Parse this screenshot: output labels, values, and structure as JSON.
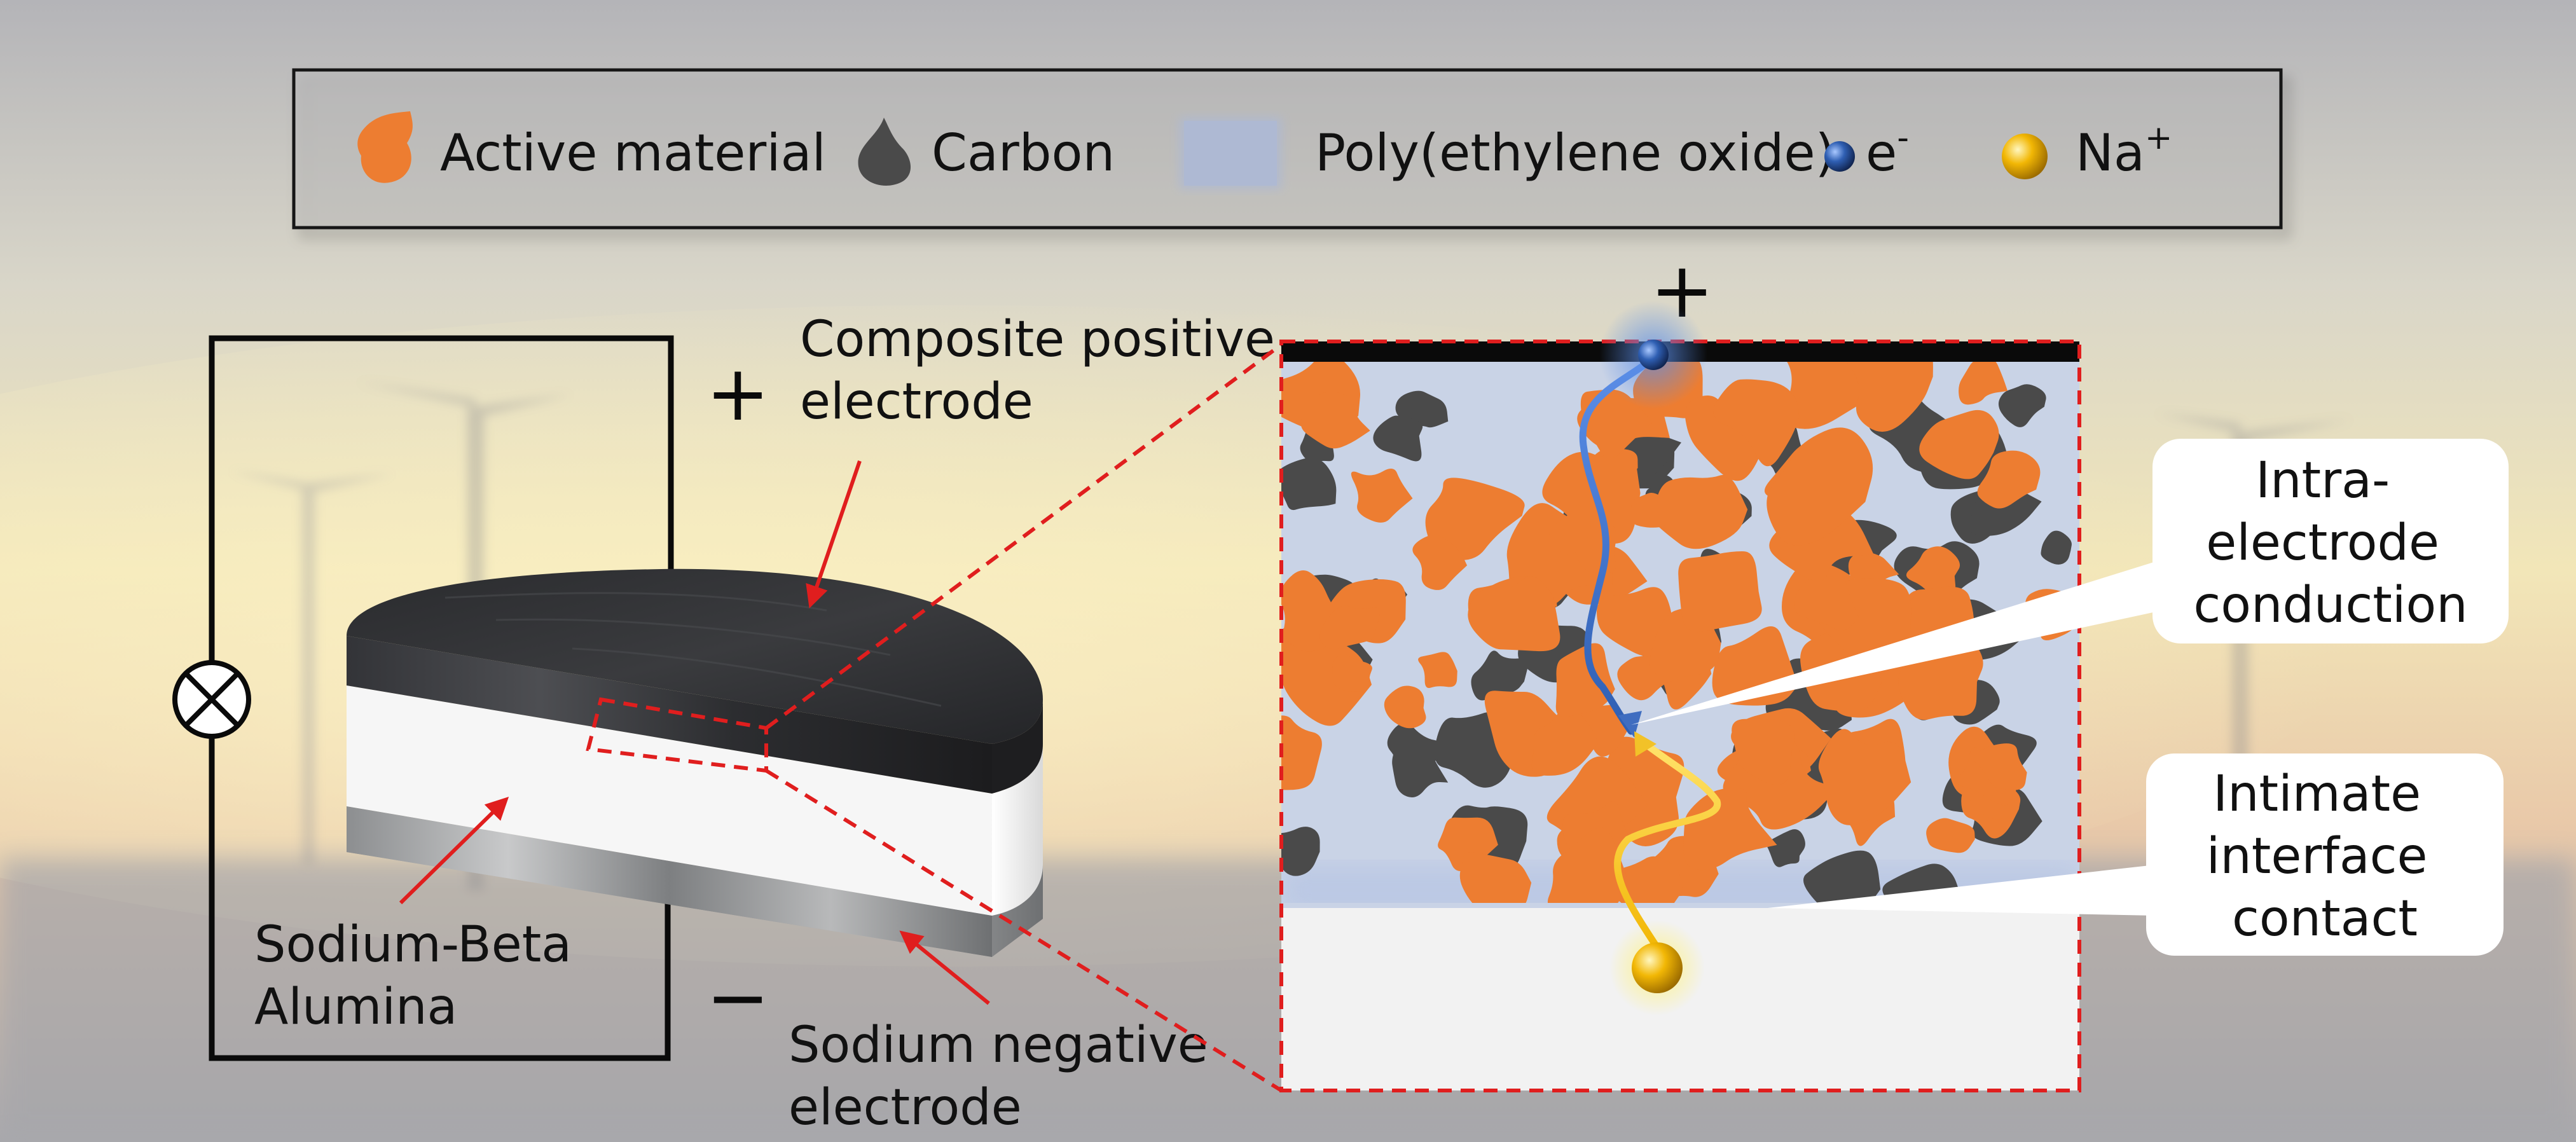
{
  "legend": {
    "items": [
      {
        "label": "Active material",
        "icon": "active-material-icon",
        "color": "#ED7D31"
      },
      {
        "label": "Carbon",
        "icon": "carbon-icon",
        "color": "#4A4A4A"
      },
      {
        "label": "Poly(ethylene oxide)",
        "icon": "peo-swatch-icon",
        "color": "#AEB9D3"
      },
      {
        "label": "e",
        "superscript": "-",
        "icon": "electron-icon",
        "color": "#2F5FB3"
      },
      {
        "label": "Na",
        "superscript": "+",
        "icon": "sodium-ion-icon",
        "color": "#F2B705"
      }
    ]
  },
  "cell": {
    "plus_sign": "+",
    "minus_sign": "−",
    "positive_electrode_label": [
      "Composite positive",
      "electrode"
    ],
    "separator_label": [
      "Sodium-Beta",
      "Alumina"
    ],
    "negative_electrode_label": [
      "Sodium negative",
      "electrode"
    ],
    "load_icon": "lamp-icon"
  },
  "zoom": {
    "plus_sign": "+"
  },
  "callouts": {
    "intra": [
      "Intra-",
      "electrode",
      "conduction"
    ],
    "interface": [
      "Intimate",
      "interface",
      "contact"
    ]
  },
  "colors": {
    "active": "#ED7D31",
    "carbon": "#4A4A4A",
    "peo": "#C9D3E6",
    "electron": "#2F5FB3",
    "sodium": "#F2B705",
    "dash": "#E01E1E",
    "collector": "#0A0A0A"
  }
}
